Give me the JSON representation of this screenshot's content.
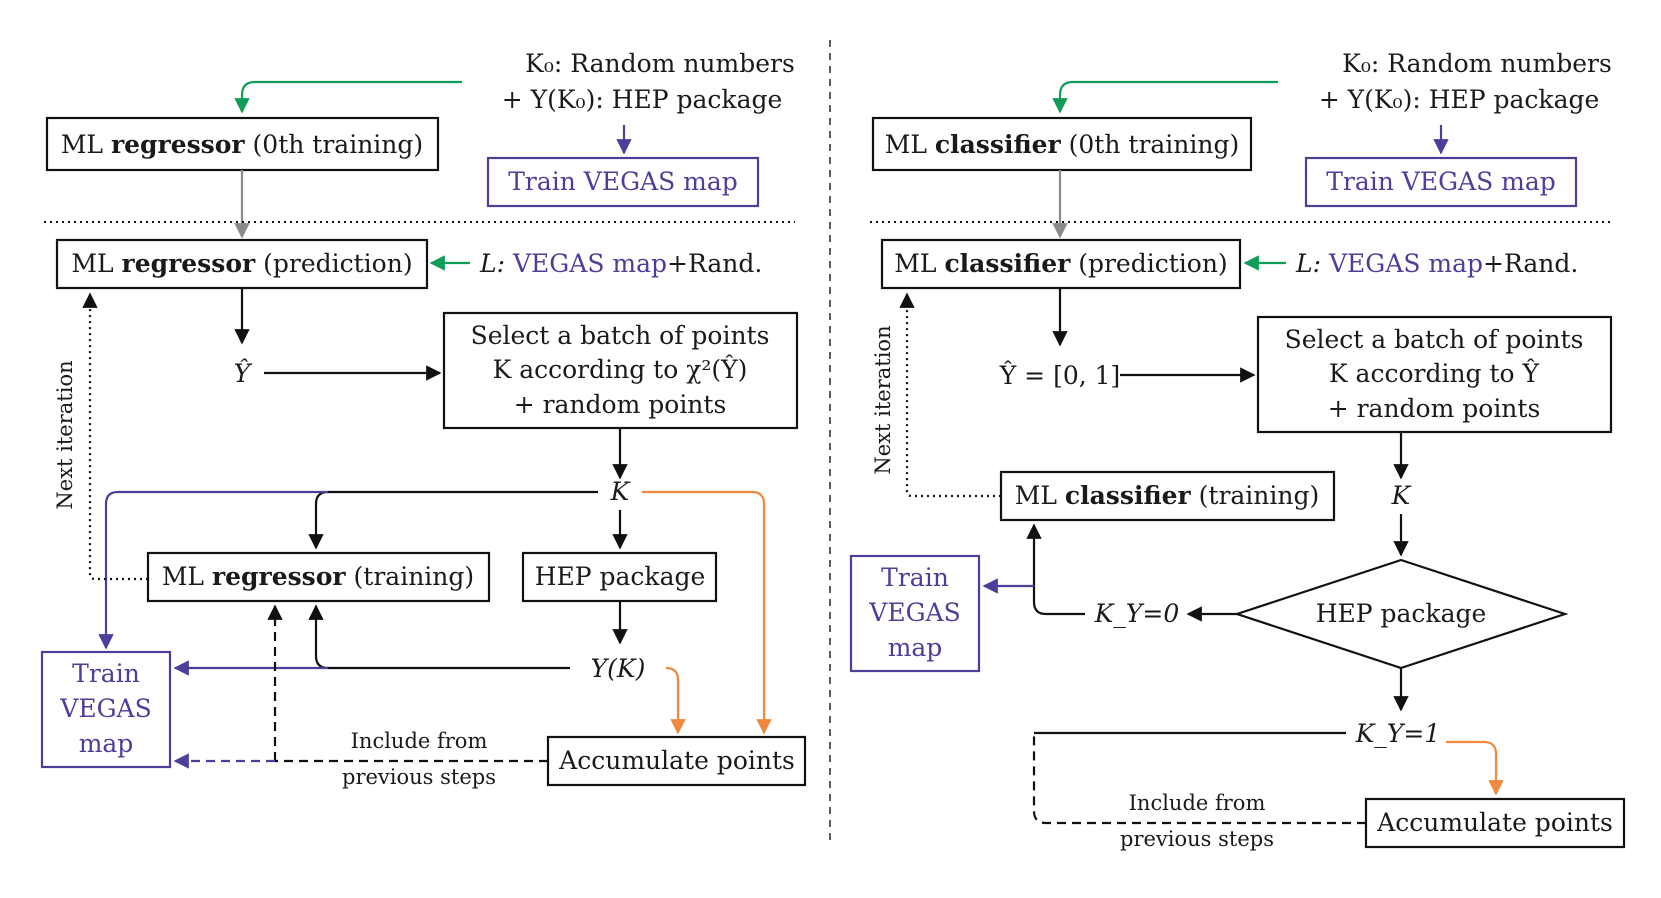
{
  "colors": {
    "black": "#111111",
    "gray": "#8a8a8a",
    "green": "#0f9d58",
    "purple": "#4b3f99",
    "orange": "#f0883e"
  },
  "left": {
    "input_line1": "K₀: Random numbers",
    "input_line2": "+ Y(K₀): HEP package",
    "train0": {
      "pre": "ML ",
      "bold": "regressor",
      "post": " (0th training)"
    },
    "train_vegas_top": "Train VEGAS map",
    "predict": {
      "pre": "ML ",
      "bold": "regressor",
      "post": " (prediction)"
    },
    "L_label": "L:",
    "L_vegas": "VEGAS map",
    "L_rand": "+Rand.",
    "yhat": "Ŷ",
    "select_line1": "Select a batch of points",
    "select_line2": "K according to χ²(Ŷ)",
    "select_line3": "+ random points",
    "k_label": "K",
    "training": {
      "pre": "ML ",
      "bold": "regressor",
      "post": " (training)"
    },
    "hep": "HEP package",
    "yk": "Y(K)",
    "next_iteration": "Next iteration",
    "train_vegas_line1": "Train",
    "train_vegas_line2": "VEGAS",
    "train_vegas_line3": "map",
    "include_line1": "Include from",
    "include_line2": "previous steps",
    "accumulate": "Accumulate points"
  },
  "right": {
    "input_line1": "K₀: Random numbers",
    "input_line2": "+ Y(K₀): HEP package",
    "train0": {
      "pre": "ML ",
      "bold": "classifier",
      "post": " (0th training)"
    },
    "train_vegas_top": "Train VEGAS map",
    "predict": {
      "pre": "ML ",
      "bold": "classifier",
      "post": " (prediction)"
    },
    "L_label": "L:",
    "L_vegas": "VEGAS map",
    "L_rand": "+Rand.",
    "yhat": "Ŷ = [0, 1]",
    "select_line1": "Select a batch of points",
    "select_line2": "K according to Ŷ",
    "select_line3": "+ random points",
    "k_label": "K",
    "training": {
      "pre": "ML ",
      "bold": "classifier",
      "post": " (training)"
    },
    "hep": "HEP package",
    "ky0": "K_Y=0",
    "ky1": "K_Y=1",
    "next_iteration": "Next iteration",
    "train_vegas_line1": "Train",
    "train_vegas_line2": "VEGAS",
    "train_vegas_line3": "map",
    "include_line1": "Include from",
    "include_line2": "previous steps",
    "accumulate": "Accumulate points"
  }
}
